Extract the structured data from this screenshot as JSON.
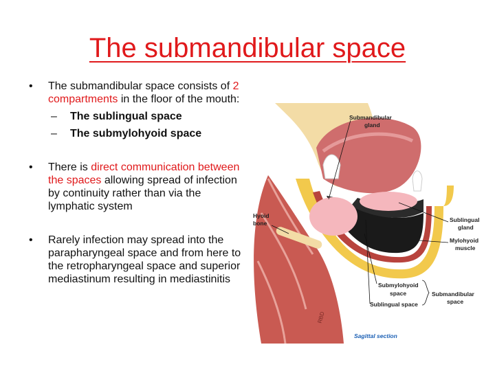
{
  "slide": {
    "title": "The submandibular space",
    "bullets": {
      "b1": {
        "pre": "The submandibular space consists of ",
        "highlight": "2 compartments",
        "post": " in the floor of the mouth:",
        "subs": [
          "The sublingual space",
          "The submylohyoid space"
        ]
      },
      "b2": {
        "highlight": "direct communication between the spaces",
        "pre": "There is ",
        "post": " allowing spread of infection by continuity rather than via the lymphatic system"
      },
      "b3": {
        "text": "Rarely infection may spread into the parapharyngeal space and from here to the retropharyngeal space and superior mediastinum resulting in mediastinitis"
      }
    },
    "bullet_glyph": "•",
    "dash_glyph": "–"
  },
  "figure": {
    "labels": {
      "submandibular_gland_1": "Submandibular",
      "submandibular_gland_2": "gland",
      "hyoid_1": "Hyoid",
      "hyoid_2": "bone",
      "sublingual_gland_1": "Sublingual",
      "sublingual_gland_2": "gland",
      "mylohyoid_1": "Mylohyoid",
      "mylohyoid_2": "muscle",
      "submylohyoid_1": "Submylohyoid",
      "submylohyoid_2": "space",
      "sublingual_space": "Sublingual space",
      "submandibular_space_1": "Submandibular",
      "submandibular_space_2": "space",
      "caption": "Sagittal section",
      "signature": "RBD"
    }
  },
  "colors": {
    "accent": "#e0191b",
    "caption": "#1a5fb4"
  }
}
